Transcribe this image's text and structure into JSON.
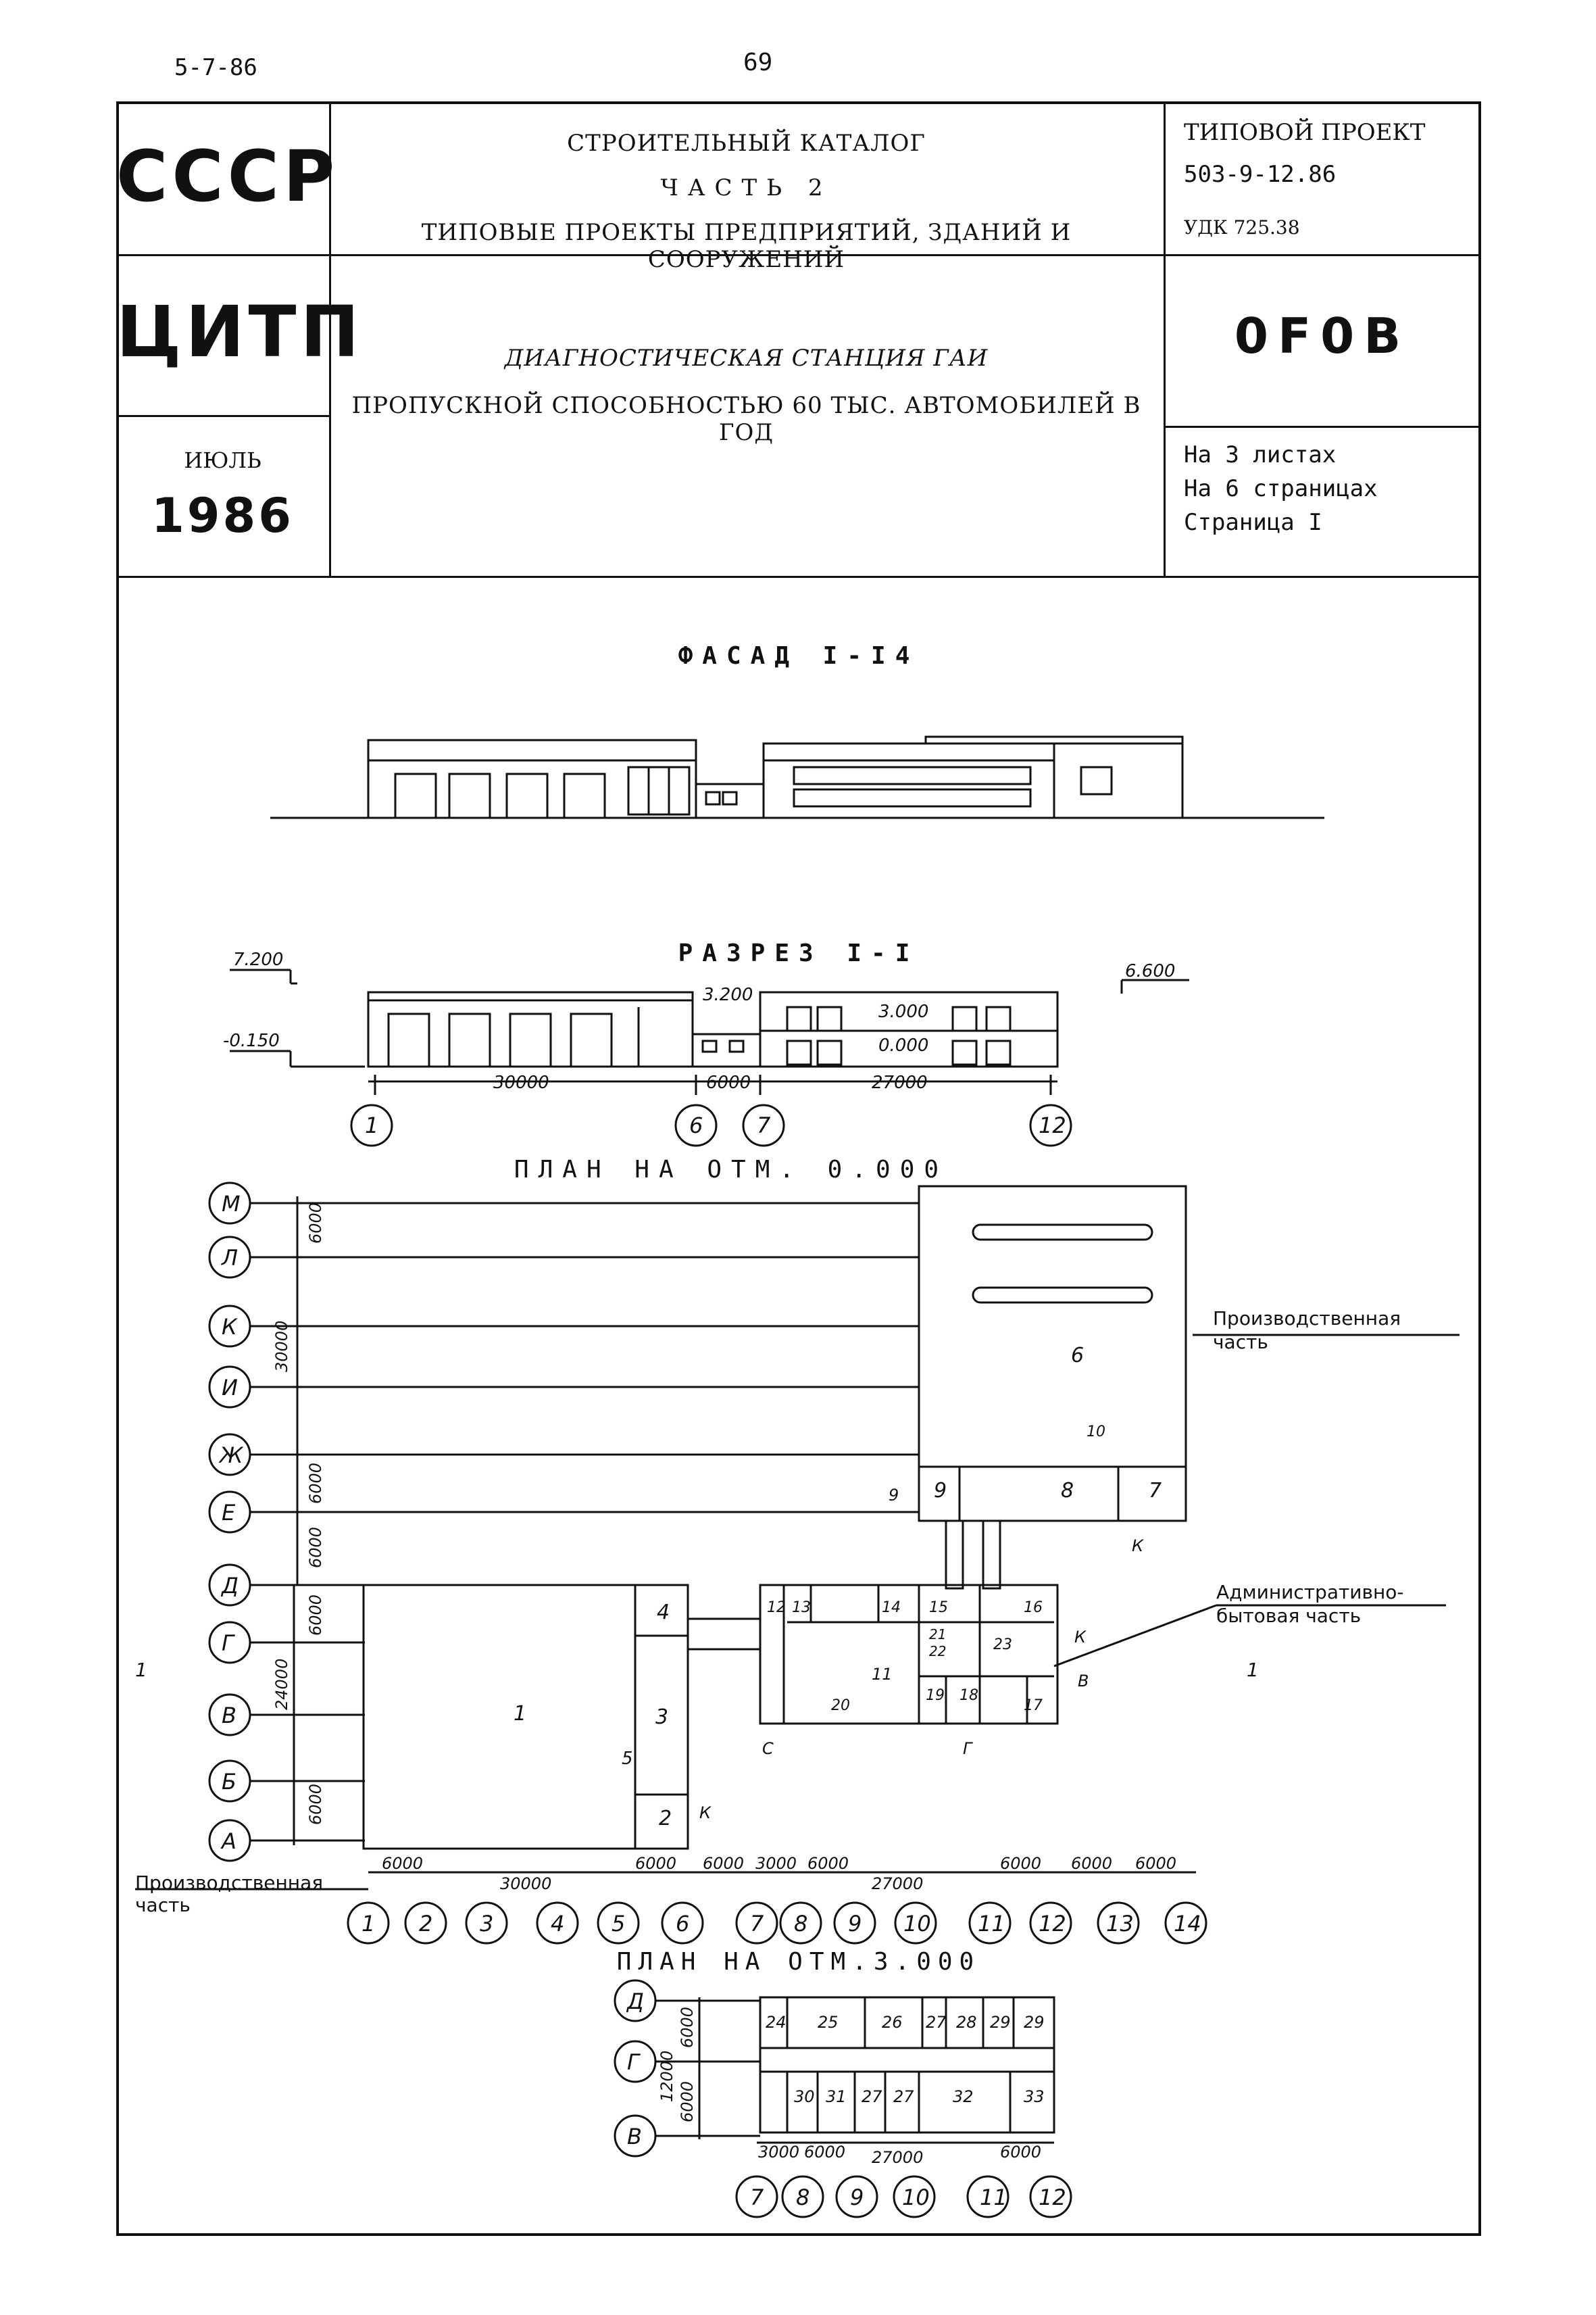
{
  "page": {
    "code": "5-7-86",
    "number": "69"
  },
  "header": {
    "country": "СССР",
    "org": "ЦИТП",
    "month": "ИЮЛЬ",
    "year": "1986",
    "catalog_line1": "СТРОИТЕЛЬНЫЙ КАТАЛОГ",
    "catalog_line2": "ЧАСТЬ 2",
    "catalog_line3": "ТИПОВЫЕ ПРОЕКТЫ ПРЕДПРИЯТИЙ, ЗДАНИЙ И СООРУЖЕНИЙ",
    "project_label": "ТИПОВОЙ ПРОЕКТ",
    "project_number": "503-9-12.86",
    "udk": "УДК 725.38",
    "section_code": "0F0B",
    "title_line1": "ДИАГНОСТИЧЕСКАЯ СТАНЦИЯ ГАИ",
    "title_line2": "ПРОПУСКНОЙ СПОСОБНОСТЬЮ 60 ТЫС. АВТОМОБИЛЕЙ В ГОД",
    "sheets_line1": "На  3 листах",
    "sheets_line2": "На  6 страницах",
    "sheets_line3": "Страница  I"
  },
  "drawings": {
    "facade_title": "ФАСАД I-I4",
    "section_title": "РАЗРЕЗ I-I",
    "plan0_title": "ПЛАН НА ОТМ. 0.000",
    "plan3_title": "ПЛАН НА ОТМ.3.000",
    "section": {
      "levels": [
        "7.200",
        "-0.150",
        "3.200",
        "3.000",
        "0.000",
        "6.600"
      ],
      "dims": [
        "30000",
        "6000",
        "27000"
      ],
      "axes": [
        "1",
        "6",
        "7",
        "12"
      ]
    },
    "plan0": {
      "row_axes": [
        "М",
        "Л",
        "К",
        "И",
        "Ж",
        "Е",
        "Д",
        "Г",
        "В",
        "Б",
        "А"
      ],
      "col_axes": [
        "1",
        "2",
        "3",
        "4",
        "5",
        "6",
        "7",
        "8",
        "9",
        "10",
        "11",
        "12",
        "13",
        "14"
      ],
      "left_dims": [
        "6000",
        "30000",
        "6000",
        "6000",
        "6000",
        "24000",
        "6000"
      ],
      "bottom_dims": [
        "6000",
        "30000",
        "6000",
        "6000",
        "3000",
        "6000",
        "27000",
        "6000",
        "6000",
        "6000"
      ],
      "rooms": [
        "1",
        "2",
        "3",
        "4",
        "5",
        "6",
        "7",
        "8",
        "9",
        "10",
        "11",
        "12",
        "13",
        "14",
        "15",
        "16",
        "17",
        "18",
        "19",
        "20",
        "21",
        "22",
        "23"
      ],
      "labels": {
        "production_upper_1": "Производственная",
        "production_upper_2": "часть",
        "admin_1": "Административно-",
        "admin_2": "бытовая часть",
        "production_lower_1": "Производственная",
        "production_lower_2": "часть",
        "section_mark": "1",
        "k": "К",
        "v": "В",
        "g": "Г",
        "s": "С",
        "nine": "9"
      }
    },
    "plan3": {
      "row_axes": [
        "Д",
        "Г",
        "В"
      ],
      "col_axes": [
        "7",
        "8",
        "9",
        "10",
        "11",
        "12"
      ],
      "left_dims": [
        "6000",
        "12000",
        "6000"
      ],
      "bottom_dims": [
        "3000",
        "6000",
        "27000",
        "6000"
      ],
      "rooms": [
        "24",
        "25",
        "26",
        "27",
        "28",
        "29",
        "29",
        "30",
        "31",
        "27",
        "27",
        "32",
        "33"
      ]
    }
  }
}
